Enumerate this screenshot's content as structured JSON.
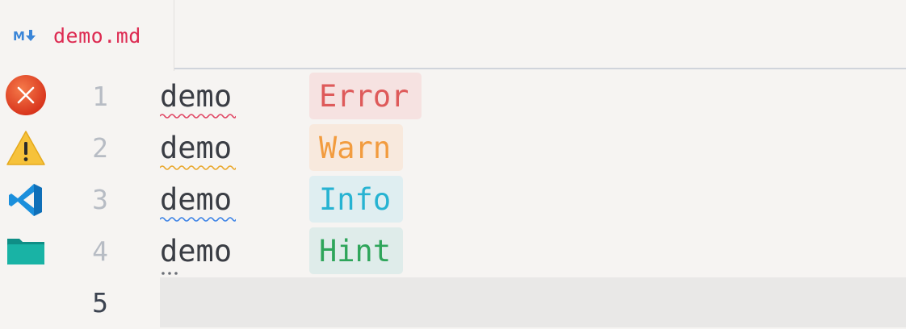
{
  "tab": {
    "icon": "markdown-icon",
    "filename": "demo.md",
    "color": "#dd2b52"
  },
  "editor": {
    "lines": [
      {
        "number": "1",
        "text": "demo",
        "glyph": "error-circle-icon",
        "diagnostic": "Error",
        "severity": "error",
        "squiggle_color": "#e04563"
      },
      {
        "number": "2",
        "text": "demo",
        "glyph": "warning-triangle-icon",
        "diagnostic": "Warn",
        "severity": "warn",
        "squiggle_color": "#e9a72a"
      },
      {
        "number": "3",
        "text": "demo",
        "glyph": "vscode-icon",
        "diagnostic": "Info",
        "severity": "info",
        "squiggle_color": "#3b82e6"
      },
      {
        "number": "4",
        "text": "demo",
        "glyph": "folder-icon",
        "diagnostic": "Hint",
        "severity": "hint",
        "squiggle_color": "#8a8f98"
      },
      {
        "number": "5",
        "text": "",
        "glyph": "",
        "diagnostic": "",
        "severity": "",
        "active": true
      }
    ]
  }
}
